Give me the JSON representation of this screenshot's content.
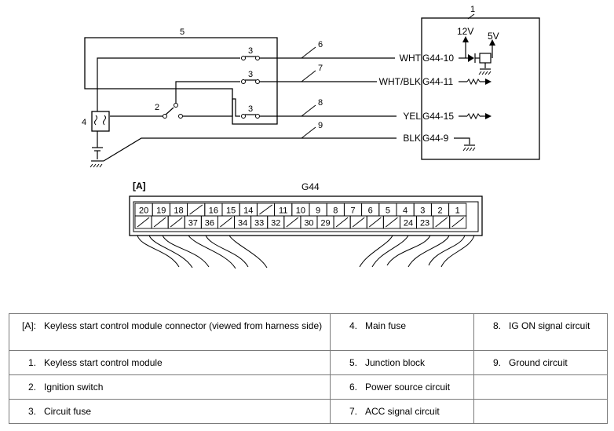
{
  "diagram": {
    "module_number": "1",
    "junction_number": "5",
    "main_fuse_number": "4",
    "ignition_switch_number": "2",
    "fuse_numbers": [
      "3",
      "3",
      "3"
    ],
    "wire_numbers": [
      "6",
      "7",
      "8",
      "9"
    ],
    "wires": [
      {
        "color": "WHT",
        "terminal": "G44-10"
      },
      {
        "color": "WHT/BLK",
        "terminal": "G44-11"
      },
      {
        "color": "YEL",
        "terminal": "G44-15"
      },
      {
        "color": "BLK",
        "terminal": "G44-9"
      }
    ],
    "voltage_12v": "12V",
    "voltage_5v": "5V"
  },
  "connector": {
    "label": "[A]",
    "name": "G44",
    "top_row": [
      "20",
      "19",
      "18",
      "",
      "16",
      "15",
      "14",
      "",
      "11",
      "10",
      "9",
      "8",
      "7",
      "6",
      "5",
      "4",
      "3",
      "2",
      "1"
    ],
    "bottom_row": [
      "",
      "",
      "",
      "37",
      "36",
      "",
      "34",
      "33",
      "32",
      "",
      "30",
      "29",
      "",
      "",
      "",
      "",
      "24",
      "23",
      "",
      ""
    ]
  },
  "legend": [
    [
      {
        "key": "[A]:",
        "text": "Keyless start control module connector (viewed from harness side)"
      },
      {
        "key": "4.",
        "text": "Main fuse"
      },
      {
        "key": "8.",
        "text": "IG ON signal circuit"
      }
    ],
    [
      {
        "key": "1.",
        "text": "Keyless start control module"
      },
      {
        "key": "5.",
        "text": "Junction block"
      },
      {
        "key": "9.",
        "text": "Ground circuit"
      }
    ],
    [
      {
        "key": "2.",
        "text": "Ignition switch"
      },
      {
        "key": "6.",
        "text": "Power source circuit"
      },
      {
        "key": "",
        "text": ""
      }
    ],
    [
      {
        "key": "3.",
        "text": "Circuit fuse"
      },
      {
        "key": "7.",
        "text": "ACC signal circuit"
      },
      {
        "key": "",
        "text": ""
      }
    ]
  ]
}
